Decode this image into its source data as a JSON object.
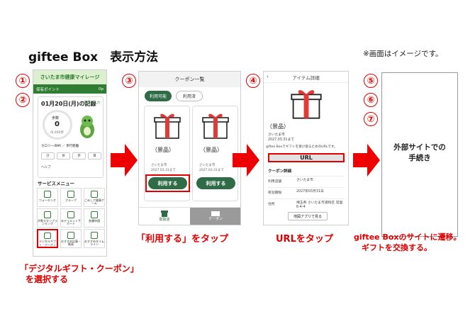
{
  "header": {
    "title": "giftee Box　表示方法",
    "note": "※画面はイメージです。"
  },
  "steps": {
    "s1": "①",
    "s2": "②",
    "s3": "③",
    "s4": "④",
    "s5": "⑤",
    "s6": "⑥",
    "s7": "⑦"
  },
  "screen1": {
    "app_title": "さいたま市健康マイレージ",
    "points_label": "保有ポイント",
    "points_value": "0p",
    "record_title": "01月20日(月)の記録",
    "record_link": "記録の入力",
    "steps_label": "歩数",
    "steps_value": "0",
    "steps_goal": "/6,000歩",
    "calorie_text": "カロリー/BMI ／ 歩行距離",
    "buttons": [
      "計",
      "体",
      "歩",
      "目"
    ],
    "help_text": "ヘルプ",
    "service_title": "サービスメニュー",
    "tiles": [
      "ウォーキング",
      "グループ",
      "ごみしで健康ゲーム",
      "步数スタンプランキング",
      "みデイエットサポート",
      "各種申請",
      "デジタルギフト・クーポン",
      "おすすめ記事・動画",
      "おすすめタイムライン"
    ],
    "caption_line1": "「デジタルギフト・クーポン」",
    "caption_line2": "を選択する"
  },
  "screen2": {
    "header": "クーポン一覧",
    "tab_available": "利用可能",
    "tab_used": "利用済",
    "coupons": [
      {
        "prize": "（景品）",
        "shop": "さいたま市",
        "until": "2027.03.31まで",
        "button": "利用する"
      },
      {
        "prize": "（景品）",
        "shop": "さいたま市",
        "until": "2027.03.31まで",
        "button": "利用する"
      }
    ],
    "footer_home": "取扱店",
    "footer_coupon": "クーポン",
    "caption": "「利用する」をタップ"
  },
  "screen3": {
    "header": "アイテム詳細",
    "prize": "（景品）",
    "shop": "さいたま市",
    "until": "2027.03.31まで",
    "info": "giftee Boxでギフトを受け取るためのURLです。",
    "url": "URL",
    "section": "クーポン詳細",
    "rows": [
      {
        "k": "利用店舗",
        "v": "さいたま市"
      },
      {
        "k": "有効期限",
        "v": "2027年03月31日"
      },
      {
        "k": "住所",
        "v": "埼玉県 さいたま市浦和区 常盤6-4-4"
      }
    ],
    "map_button": "地図アプリで見る",
    "caption": "URLをタップ"
  },
  "screen4": {
    "line1": "外部サイトでの",
    "line2": "手続き",
    "caption_line1": "giftee Boxのサイトに遷移。",
    "caption_line2": "ギフトを交換する。"
  },
  "colors": {
    "accent_red": "#e00000",
    "brand_green": "#2e6b46"
  }
}
